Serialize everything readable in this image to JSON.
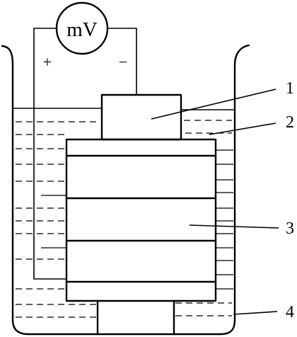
{
  "meter": {
    "unit_label": "mV",
    "plus_sign": "+",
    "minus_sign": "−"
  },
  "callouts": [
    {
      "part": "electrode-top",
      "number": "1"
    },
    {
      "part": "liquid-surface",
      "number": "2"
    },
    {
      "part": "stacked-body",
      "number": "3"
    },
    {
      "part": "container-vessel",
      "number": "4"
    }
  ],
  "colors": {
    "line": "#000000",
    "background": "#ffffff"
  }
}
